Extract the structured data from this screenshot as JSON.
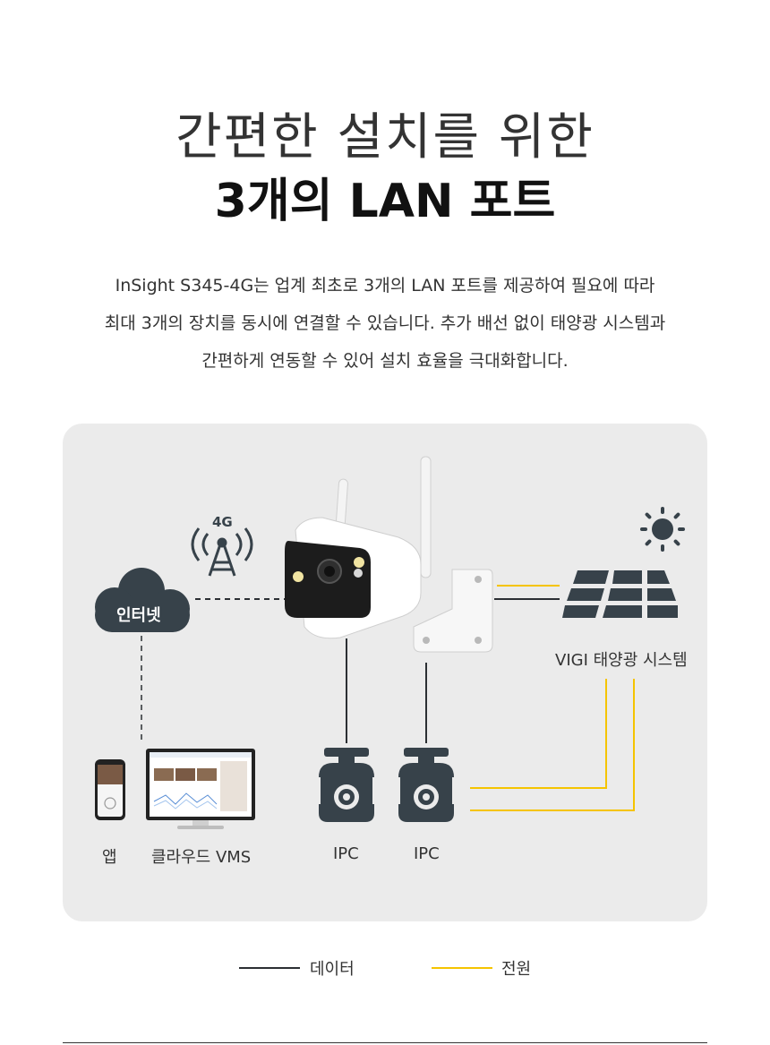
{
  "header": {
    "title_line1": "간편한 설치를 위한",
    "title_line2": "3개의 LAN 포트"
  },
  "description": {
    "line1": "InSight S345-4G는 업계 최초로 3개의 LAN 포트를 제공하여 필요에 따라",
    "line2": "최대 3개의 장치를 동시에 연결할 수 있습니다. 추가 배선 없이 태양광 시스템과",
    "line3": "간편하게 연동할 수 있어 설치 효율을 극대화합니다."
  },
  "diagram": {
    "cloud_label": "인터넷",
    "tower_label": "4G",
    "solar_label": "VIGI 태양광 시스템",
    "app_label": "앱",
    "cloud_vms_label": "클라우드 VMS",
    "ipc1_label": "IPC",
    "ipc2_label": "IPC"
  },
  "legend": {
    "data_label": "데이터",
    "power_label": "전원"
  },
  "colors": {
    "data_line": "#2b2f33",
    "power_line": "#f5c400",
    "icon_dark": "#37424a",
    "panel_bg": "#ebebeb"
  }
}
